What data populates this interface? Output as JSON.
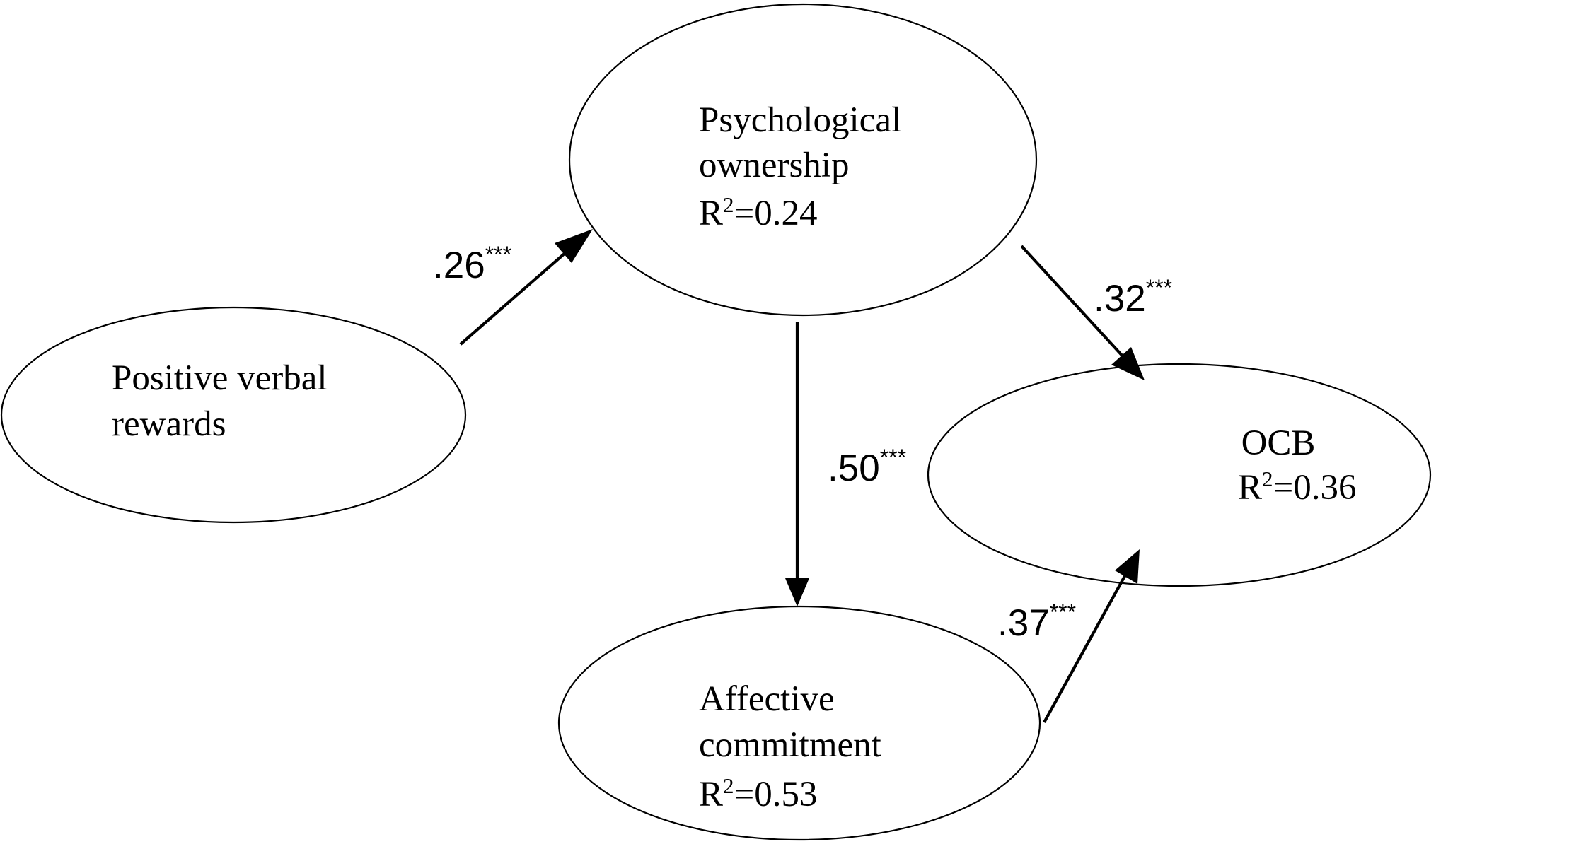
{
  "nodes": {
    "pvr": {
      "line1": "Positive verbal",
      "line2": "rewards"
    },
    "po": {
      "line1": "Psychological",
      "line2": "ownership",
      "r2_prefix": "R",
      "r2_sup": "2",
      "r2_value": "=0.24"
    },
    "ac": {
      "line1": "Affective",
      "line2": "commitment",
      "r2_prefix": "R",
      "r2_sup": "2",
      "r2_value": "=0.53"
    },
    "ocb": {
      "line1": "OCB",
      "r2_prefix": "R",
      "r2_sup": "2",
      "r2_value": "=0.36"
    }
  },
  "paths": {
    "pvr_po": {
      "coef": ".26",
      "sig": "***"
    },
    "po_ocb": {
      "coef": ".32",
      "sig": "***"
    },
    "po_ac": {
      "coef": ".50",
      "sig": "***"
    },
    "ac_ocb": {
      "coef": ".37",
      "sig": "***"
    }
  }
}
